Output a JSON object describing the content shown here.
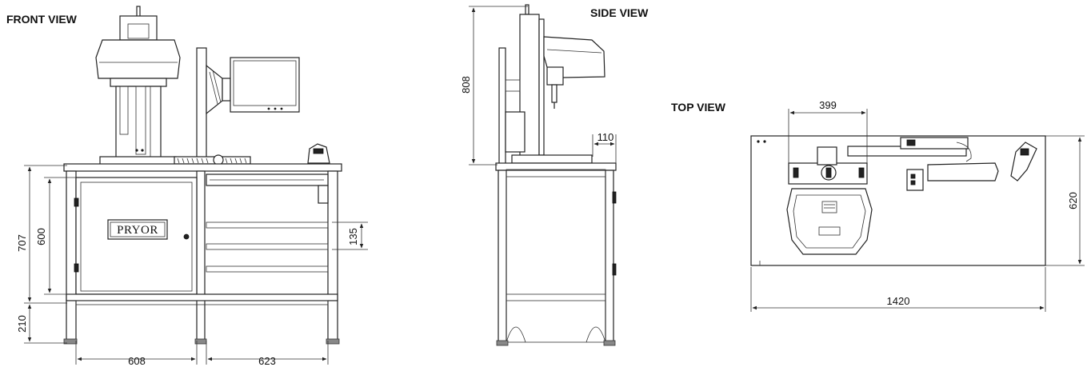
{
  "views": {
    "front": {
      "title": "FRONT VIEW",
      "brand": "PRYOR",
      "dims": {
        "height_707": "707",
        "height_600": "600",
        "height_210": "210",
        "drawer_135": "135",
        "width_608": "608",
        "width_623": "623"
      }
    },
    "side": {
      "title": "SIDE VIEW",
      "dims": {
        "height_808": "808",
        "depth_110": "110"
      }
    },
    "top": {
      "title": "TOP VIEW",
      "dims": {
        "width_399": "399",
        "depth_620": "620",
        "width_1420": "1420"
      }
    }
  }
}
